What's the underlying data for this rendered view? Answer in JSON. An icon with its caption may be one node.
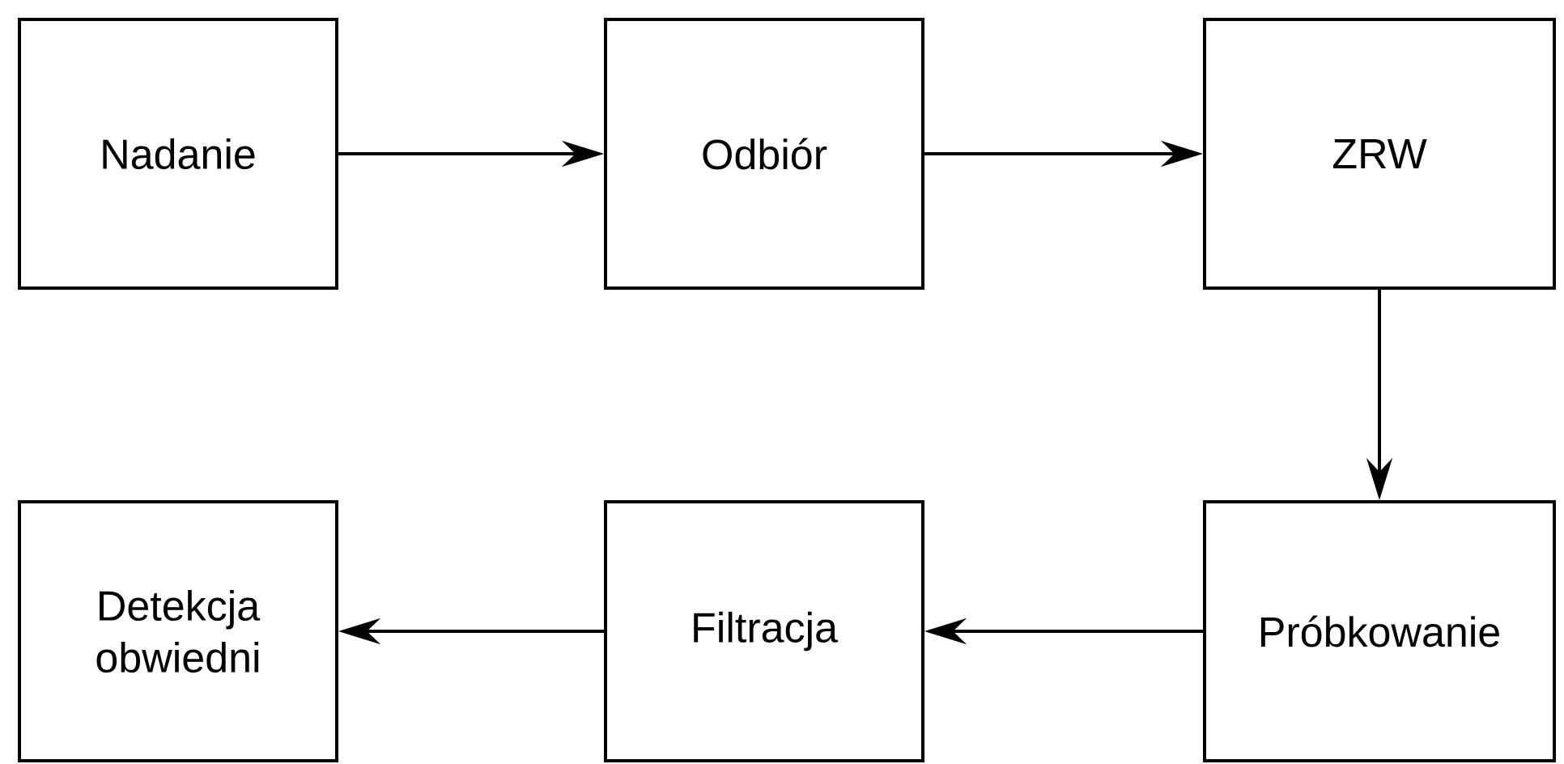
{
  "diagram": {
    "nodes": [
      {
        "text": [
          "Nadanie"
        ]
      },
      {
        "text": [
          "Odbiór"
        ]
      },
      {
        "text": [
          "ZRW"
        ]
      },
      {
        "text": [
          "Detekcja obwiedni"
        ]
      },
      {
        "text": [
          "Filtracja"
        ]
      },
      {
        "text": [
          "Próbkowanie"
        ]
      }
    ],
    "edges": [
      {
        "from": 0,
        "to": 1,
        "arrow": "to"
      },
      {
        "from": 1,
        "to": 2,
        "arrow": "to"
      },
      {
        "from": 2,
        "to": 5,
        "arrow": "to"
      },
      {
        "from": 5,
        "to": 4,
        "arrow": "to"
      },
      {
        "from": 4,
        "to": 3,
        "arrow": "to"
      }
    ]
  }
}
